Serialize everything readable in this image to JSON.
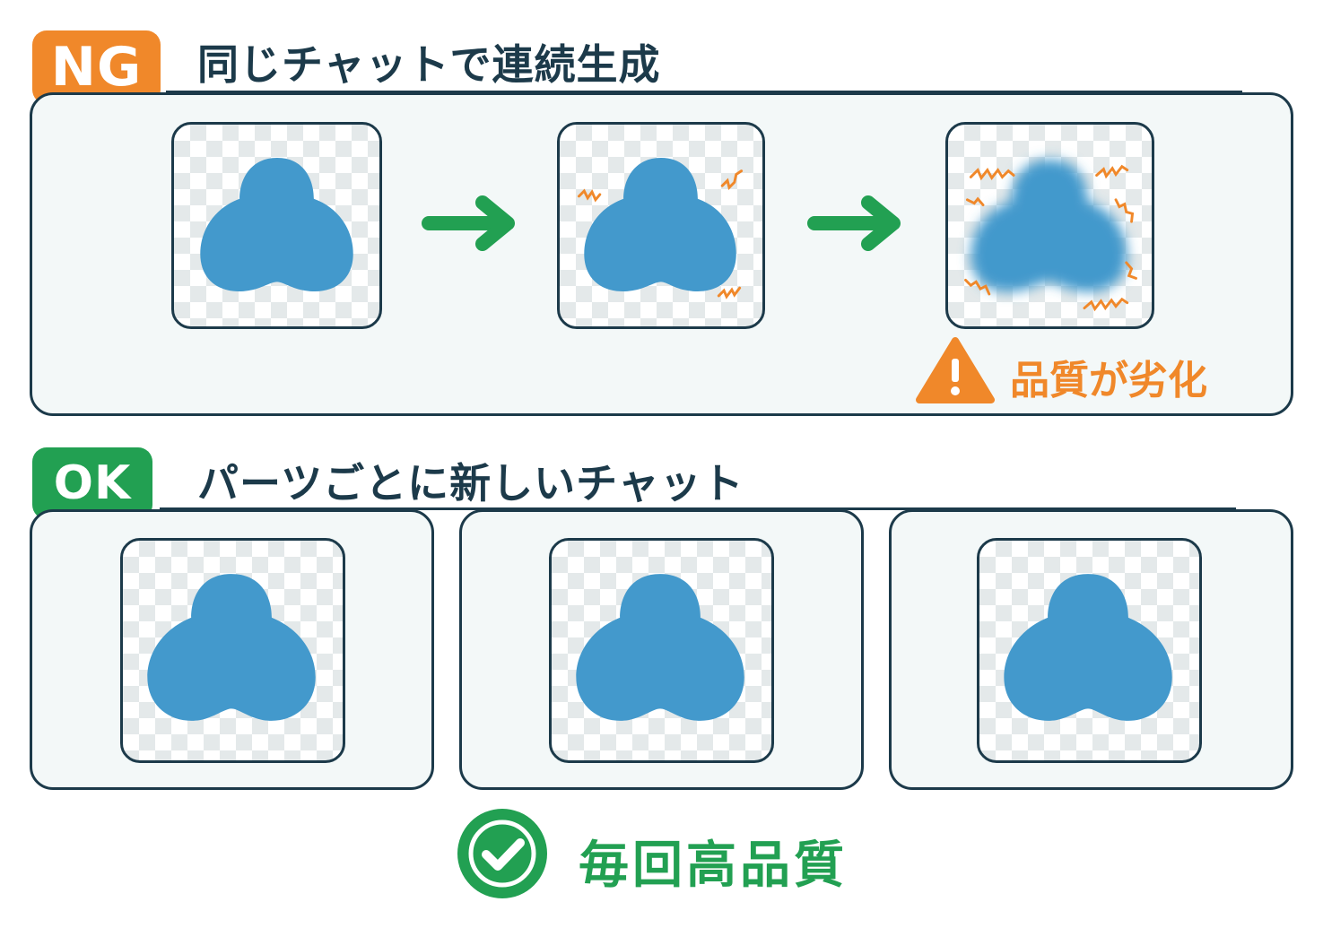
{
  "ng": {
    "badge": "NG",
    "title": "同じチャットで連続生成",
    "warning": "品質が劣化",
    "steps": [
      {
        "state": "clean"
      },
      {
        "state": "slight-artifacts"
      },
      {
        "state": "degraded"
      }
    ]
  },
  "ok": {
    "badge": "OK",
    "title": "パーツごとに新しいチャット",
    "result": "毎回高品質",
    "parts": [
      {
        "state": "clean"
      },
      {
        "state": "clean"
      },
      {
        "state": "clean"
      }
    ]
  },
  "colors": {
    "ng_orange": "#f0882a",
    "ok_green": "#22a052",
    "shape_blue": "#4399cc",
    "outline": "#1c3a4a",
    "panel_bg": "#f3f8f8"
  },
  "icons": {
    "arrow": "arrow-right-icon",
    "warning": "warning-triangle-icon",
    "check": "check-circle-icon"
  }
}
